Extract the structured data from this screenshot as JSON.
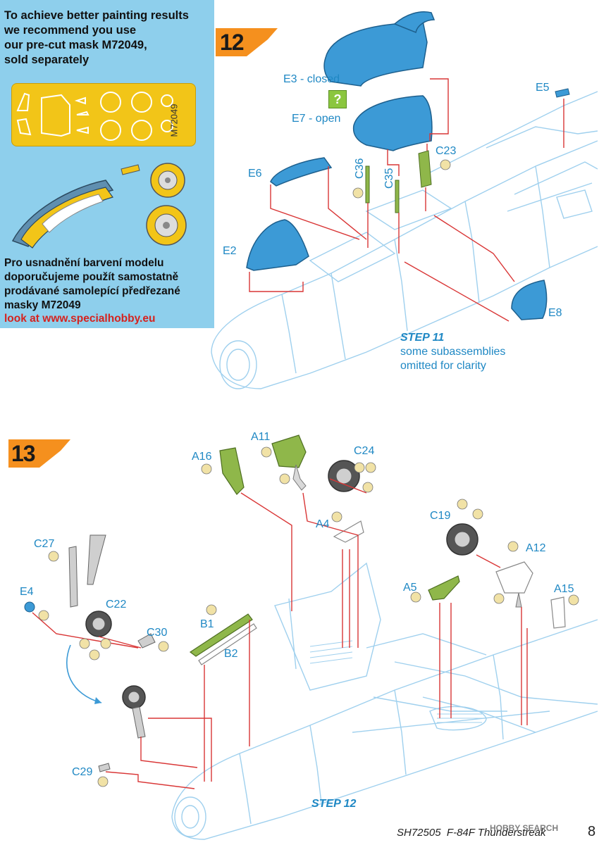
{
  "mask_panel": {
    "text_en": "To achieve better painting results\nwe recommend you use\nour pre-cut mask M72049,\nsold separately",
    "mask_code": "M72049",
    "text_cz": "Pro usnadnění barvení modelu\ndoporučujeme použít samostatně\nprodávané samolepící předřezané\nmasky M72049",
    "link_text": "look at www.specialhobby.eu"
  },
  "step12": {
    "badge": "12",
    "parts": {
      "e3": "E3 - closed",
      "e7": "E7 - open",
      "e5": "E5",
      "c23": "C23",
      "c36": "C36",
      "c35": "C35",
      "e6": "E6",
      "e2": "E2",
      "e8": "E8"
    },
    "question_mark": "?",
    "note_title": "STEP 11",
    "note_line1": "some subassemblies",
    "note_line2": "omitted for clarity"
  },
  "step13": {
    "badge": "13",
    "parts": {
      "a11": "A11",
      "a16": "A16",
      "c24": "C24",
      "a4": "A4",
      "c19": "C19",
      "a12": "A12",
      "c27": "C27",
      "e4": "E4",
      "c22": "C22",
      "c30": "C30",
      "b1": "B1",
      "b2": "B2",
      "a5": "A5",
      "a15": "A15",
      "c29": "C29"
    },
    "note_title": "STEP 12"
  },
  "footer": {
    "code": "SH72505",
    "title": "F-84F Thunderstreak",
    "page": "8",
    "watermark": "HOBBY SEARCH"
  },
  "colors": {
    "mask_panel_bg": "#8ecfec",
    "accent_orange": "#f5901e",
    "part_label_blue": "#1f88c4",
    "canopy_blue": "#3c9ad6",
    "part_green": "#8fb74a",
    "guide_red": "#d93636",
    "outline_blue": "#9fd0ee",
    "paint_badge": "#f1e2a6"
  }
}
